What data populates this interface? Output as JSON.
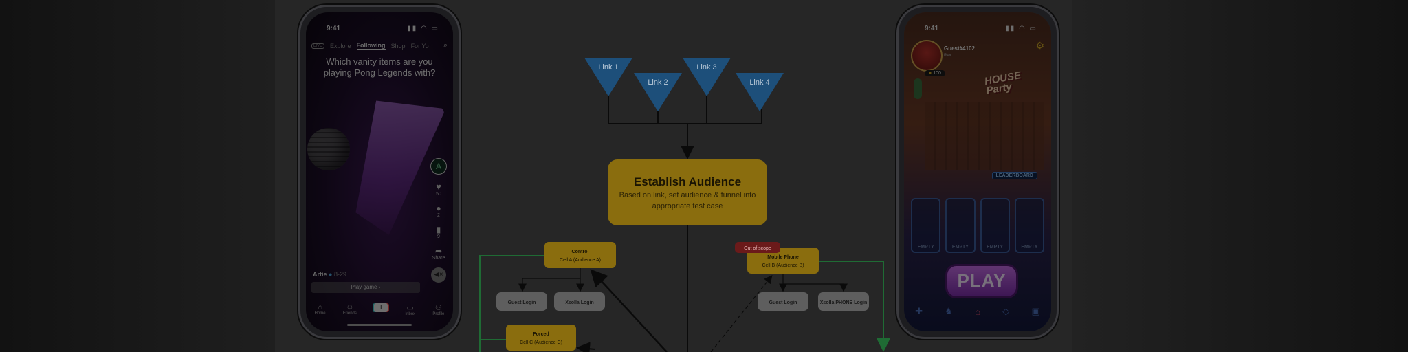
{
  "tiktok": {
    "time": "9:41",
    "tabs": [
      "LIVE",
      "Explore",
      "Following",
      "Shop",
      "For You"
    ],
    "headline": "Which vanity items are you playing Pong Legends with?",
    "actions": [
      {
        "icon": "heart-icon",
        "count": "50"
      },
      {
        "icon": "comment-icon",
        "count": "2"
      },
      {
        "icon": "bookmark-icon",
        "count": "9"
      },
      {
        "icon": "share-icon",
        "count": "Share"
      }
    ],
    "author": "Artie",
    "date": "8-29",
    "play_game": "Play game ›",
    "nav": [
      "Home",
      "Friends",
      "",
      "Inbox",
      "Profile"
    ]
  },
  "flow": {
    "links": [
      "Link 1",
      "Link 2",
      "Link 3",
      "Link 4"
    ],
    "audience_title": "Establish Audience",
    "audience_sub": "Based on link, set audience & funnel into appropriate test case",
    "control_title": "Control",
    "control_sub": "Cell A (Audience A)",
    "guest_login": "Guest Login",
    "xsolla_login": "Xsolla Login",
    "forced_title": "Forced",
    "forced_sub": "Cell C (Audience C)",
    "out_of_scope": "Out of scope",
    "mobile_title": "Mobile Phone",
    "mobile_sub": "Cell B (Audience B)",
    "guest_login_2": "Guest Login",
    "xsolla_phone_login": "Xsolla PHONE Login",
    "colors": {
      "link": "#1e88e5",
      "yellow": "#f5c518",
      "gray": "#c4c4c4",
      "red": "#d32f2f",
      "green": "#2e9e4f"
    }
  },
  "game": {
    "time": "9:41",
    "player_name": "Guest#4102",
    "player_sub": "Rex",
    "coins": "100",
    "sign": "HOUSE Party",
    "leaderboard": "LEADERBOARD",
    "slots": [
      "EMPTY",
      "EMPTY",
      "EMPTY",
      "EMPTY"
    ],
    "play": "PLAY"
  }
}
